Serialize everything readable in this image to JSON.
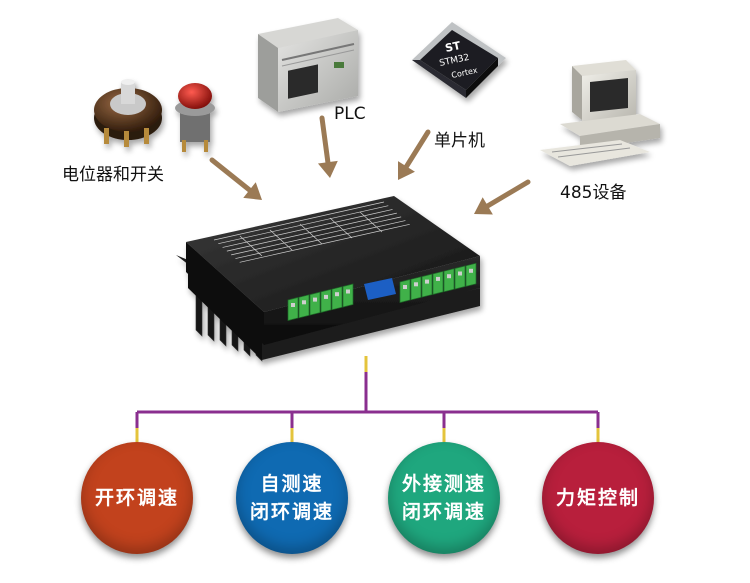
{
  "inputs": {
    "potentiometer_switch": "电位器和开关",
    "plc": "PLC",
    "mcu": "单片机",
    "rs485_device": "485设备"
  },
  "device_texts": {
    "chip_logo": "ST",
    "chip_model": "STM32",
    "chip_brand": "Cortex"
  },
  "modes": [
    {
      "lines": [
        "开环调速"
      ],
      "color": "#c2421d"
    },
    {
      "lines": [
        "自测速",
        "闭环调速"
      ],
      "color": "#0f6ab2"
    },
    {
      "lines": [
        "外接测速",
        "闭环调速"
      ],
      "color": "#1fa77e"
    },
    {
      "lines": [
        "力矩控制"
      ],
      "color": "#b81f3c"
    }
  ],
  "colors": {
    "arrow": "#9b7a55",
    "tree_line": "#8a2f8f",
    "tree_connector": "#e4c43c"
  }
}
